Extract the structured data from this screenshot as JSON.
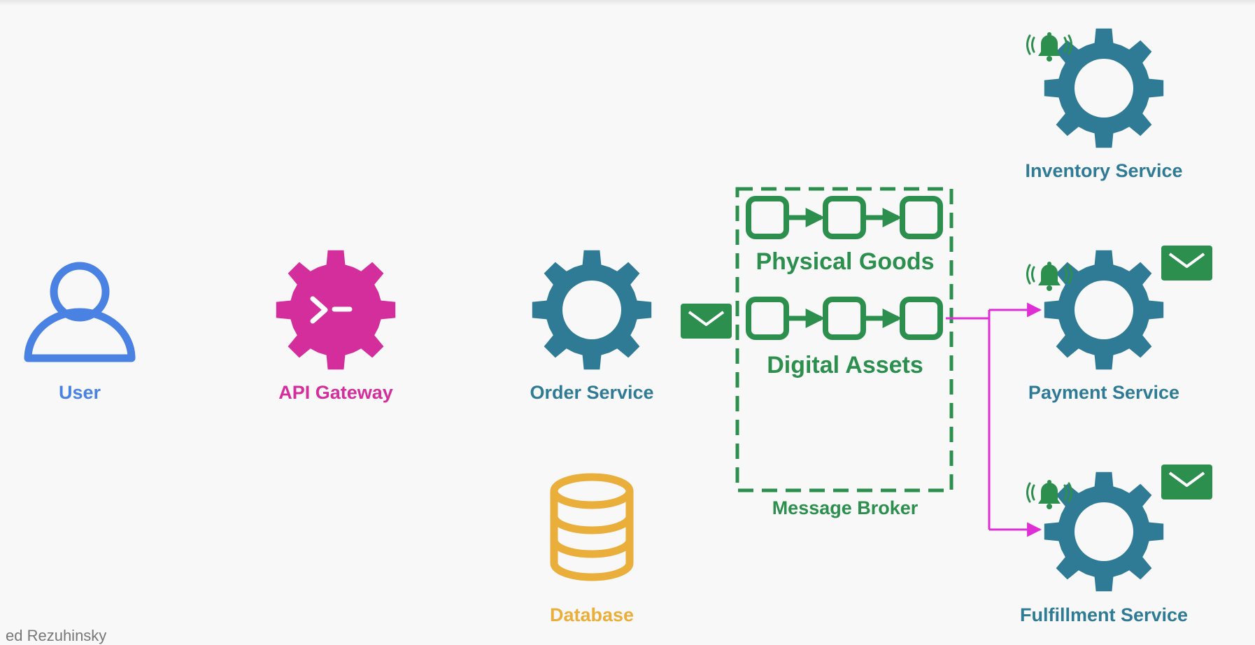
{
  "colors": {
    "user": "#4a82e4",
    "gateway": "#d42e9c",
    "service": "#2f7b95",
    "database": "#eaae3b",
    "broker": "#2c8f4e",
    "route": "#e02ed6",
    "background": "#f8f8f8"
  },
  "icons": {
    "user": "user-icon",
    "gateway": "terminal-gear-icon",
    "service": "gear-icon",
    "database": "database-icon",
    "message": "envelope-icon",
    "notification": "bell-ringing-icon",
    "queue": "queue-chain-icon"
  },
  "nodes": {
    "user": "User",
    "api_gateway": "API Gateway",
    "order_service": "Order Service",
    "database": "Database",
    "inventory_service": "Inventory Service",
    "payment_service": "Payment Service",
    "fulfillment_service": "Fulfillment Service"
  },
  "broker": {
    "label": "Message Broker",
    "queues": [
      "Physical Goods",
      "Digital Assets"
    ]
  },
  "gateway_glyph": ">—",
  "caption": "ed Rezuhinsky"
}
